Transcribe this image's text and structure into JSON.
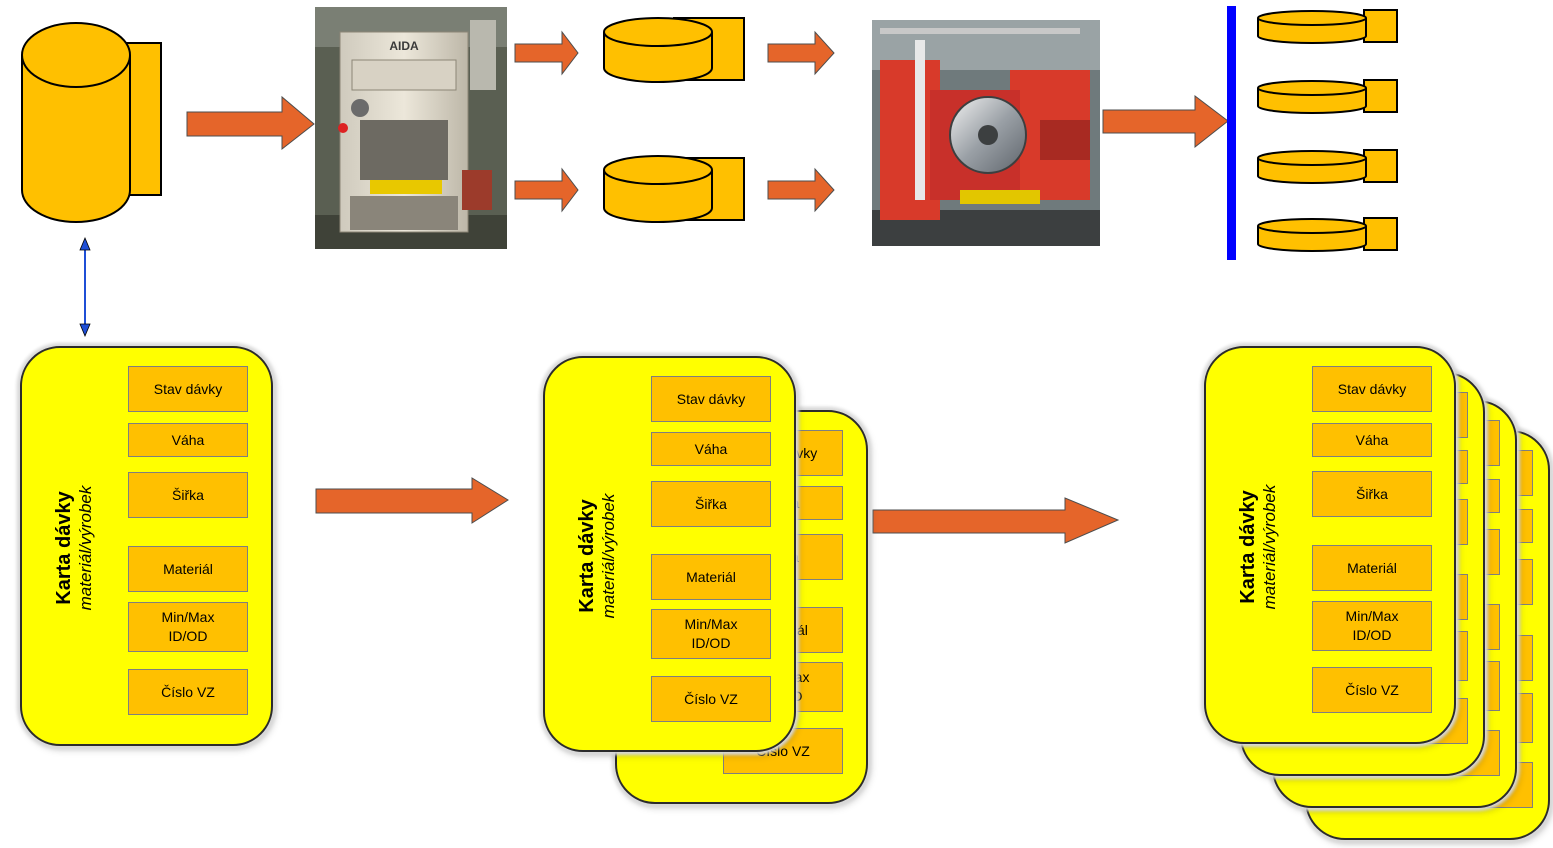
{
  "card": {
    "title": "Karta dávky",
    "subtitle": "materiál/výrobek",
    "fields": [
      "Stav dávky",
      "Váha",
      "Šiřka",
      "Materiál",
      "Min/Max\nID/OD",
      "Číslo VZ"
    ]
  },
  "colors": {
    "coil_fill": "#ffc000",
    "arrow_fill": "#e5652a",
    "card_fill": "#ffff00",
    "divider": "#0000ff",
    "link_arrow": "#1f4fd6"
  },
  "icons": {
    "press_machine": "press-machine-photo",
    "slitting_line": "slitting-line-photo",
    "coil": "coil-icon"
  }
}
